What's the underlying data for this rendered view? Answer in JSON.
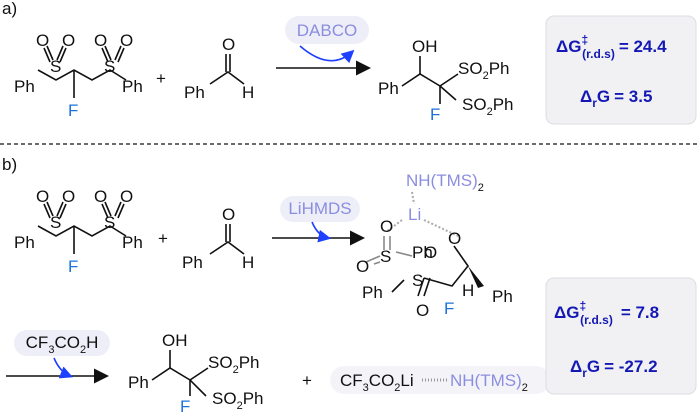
{
  "panel_a": {
    "label": "a)",
    "reactant1": {
      "ph_left": "Ph",
      "ph_right": "Ph",
      "s1": "S",
      "s2": "S",
      "o": "O",
      "f": "F"
    },
    "reactant2": {
      "plus": "+",
      "ph": "Ph",
      "h": "H",
      "o": "O"
    },
    "catalyst": "DABCO",
    "product": {
      "oh": "OH",
      "ph": "Ph",
      "so2ph_top": "SO",
      "so2ph_bottom": "SO",
      "sub2": "2",
      "ph_suffix": "Ph",
      "f": "F"
    },
    "energy": {
      "dg_label": "ΔG",
      "dg_super": "‡",
      "dg_sub": "(r.d.s)",
      "dg_value": "= 24.4",
      "drg_label": "Δ",
      "drg_sub": "r",
      "drg_g": "G",
      "drg_value": "= 3.5"
    }
  },
  "panel_b": {
    "label": "b)",
    "reactant1": {
      "ph_left": "Ph",
      "ph_right": "Ph",
      "s1": "S",
      "s2": "S",
      "o": "O",
      "f": "F"
    },
    "reactant2": {
      "plus": "+",
      "ph": "Ph",
      "h": "H",
      "o": "O"
    },
    "base": "LiHMDS",
    "ts": {
      "nh": "NH(TMS)",
      "nh_sub": "2",
      "li": "Li",
      "o": "O",
      "s": "S",
      "ph": "Ph",
      "f": "F",
      "h": "H"
    },
    "acid": {
      "prefix": "CF",
      "sub3": "3",
      "suffix": "CO",
      "sub2": "2",
      "end": "H"
    },
    "product": {
      "oh": "OH",
      "ph": "Ph",
      "so2ph_top": "SO",
      "so2ph_bottom": "SO",
      "sub2": "2",
      "ph_suffix": "Ph",
      "f": "F"
    },
    "byproduct": {
      "plus": "+",
      "cf": "CF",
      "sub3": "3",
      "co": "CO",
      "sub2": "2",
      "li": "Li",
      "nh": "NH(TMS)",
      "nh_sub": "2"
    },
    "energy": {
      "dg_label": "ΔG",
      "dg_super": "‡",
      "dg_sub": "(r.d.s)",
      "dg_value": "= 7.8",
      "drg_label": "Δ",
      "drg_sub": "r",
      "drg_g": "G",
      "drg_value": "= -27.2"
    }
  },
  "colors": {
    "fluorine": "#1e73d8",
    "reagent": "#8b8ee0",
    "energy_text": "#1418b4",
    "arrow": "#1e40ff"
  }
}
